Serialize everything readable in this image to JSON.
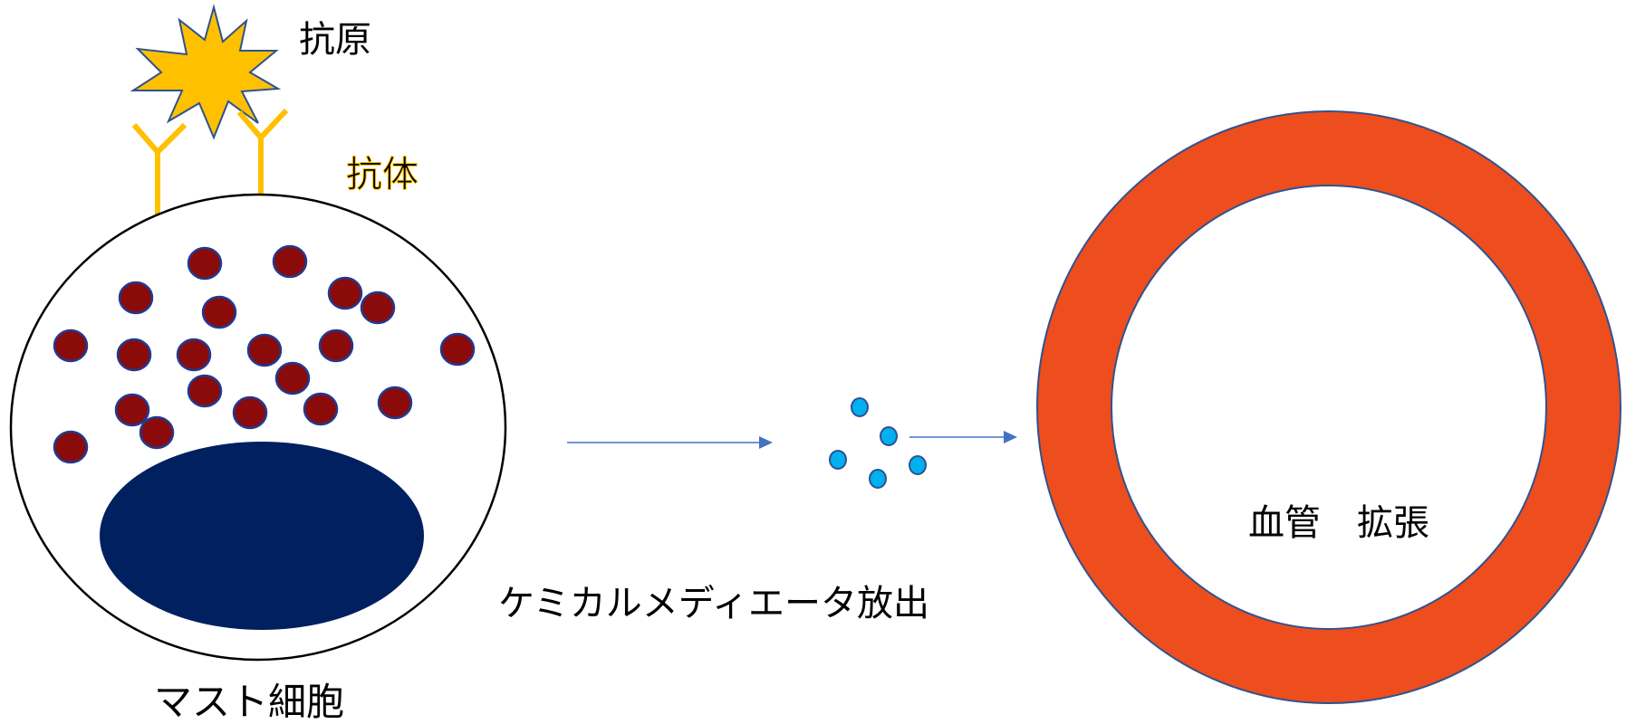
{
  "labels": {
    "antigen": "抗原",
    "antibody": "抗体",
    "mast_cell": "マスト細胞",
    "mediator_release": "ケミカルメディエータ放出",
    "vasodilation": "血管　拡張"
  },
  "colors": {
    "antigen_fill": "#FFC000",
    "antigen_stroke": "#2F528F",
    "antibody": "#FFC000",
    "granule_fill": "#8B0A0A",
    "granule_stroke": "#1F3A93",
    "nucleus": "#002060",
    "mediator_fill": "#00B0F0",
    "mediator_stroke": "#2F528F",
    "arrow": "#4472C4",
    "vessel_wall": "#EE4D1D",
    "vessel_stroke": "#2F528F"
  },
  "counts": {
    "granules": 20,
    "antibodies": 2,
    "mediator_particles": 5
  }
}
